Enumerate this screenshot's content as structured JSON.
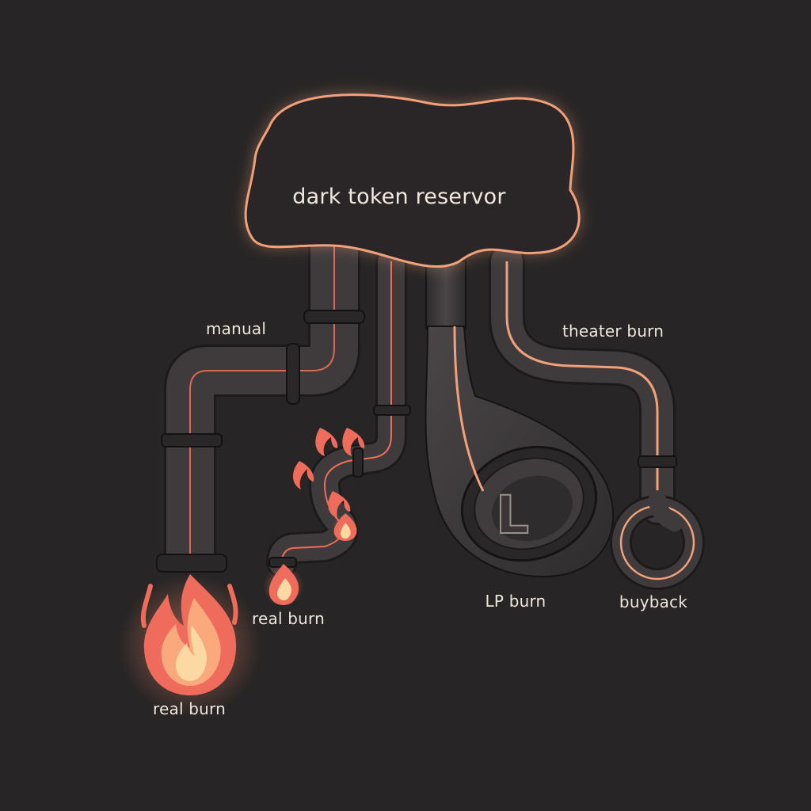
{
  "diagram": {
    "reservoir_label": "dark token reservor",
    "labels": {
      "manual": "manual",
      "theater_burn": "theater burn",
      "real_burn_large": "real burn",
      "real_burn_small": "real burn",
      "lp_burn": "LP burn",
      "buyback": "buyback"
    },
    "lp_mark": "L",
    "colors": {
      "background": "#272525",
      "pipe": "#3d3a3b",
      "glow_outline": "#f2a07a",
      "accent_line": "#ec6e57",
      "flame_outer": "#ef6b5b",
      "flame_inner": "#f9c289",
      "text": "#efe6dc"
    }
  }
}
